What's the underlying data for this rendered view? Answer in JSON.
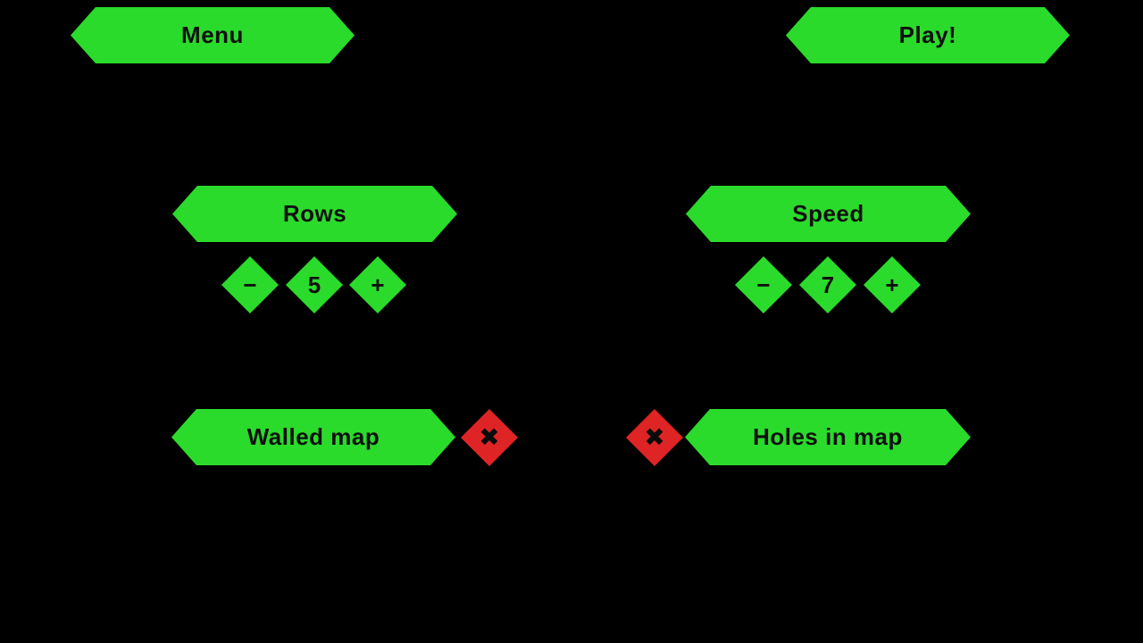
{
  "colors": {
    "background": "#000000",
    "button_green": "#2bdb2b",
    "toggle_red": "#de2424",
    "text_black": "#0f0f0f"
  },
  "header": {
    "menu_label": "Menu",
    "play_label": "Play!"
  },
  "settings": {
    "rows": {
      "label": "Rows",
      "value": "5",
      "decrement": "−",
      "increment": "+"
    },
    "speed": {
      "label": "Speed",
      "value": "7",
      "decrement": "−",
      "increment": "+"
    },
    "walled_map": {
      "label": "Walled map",
      "toggle_icon": "✖"
    },
    "holes_in_map": {
      "label": "Holes in map",
      "toggle_icon": "✖"
    }
  }
}
